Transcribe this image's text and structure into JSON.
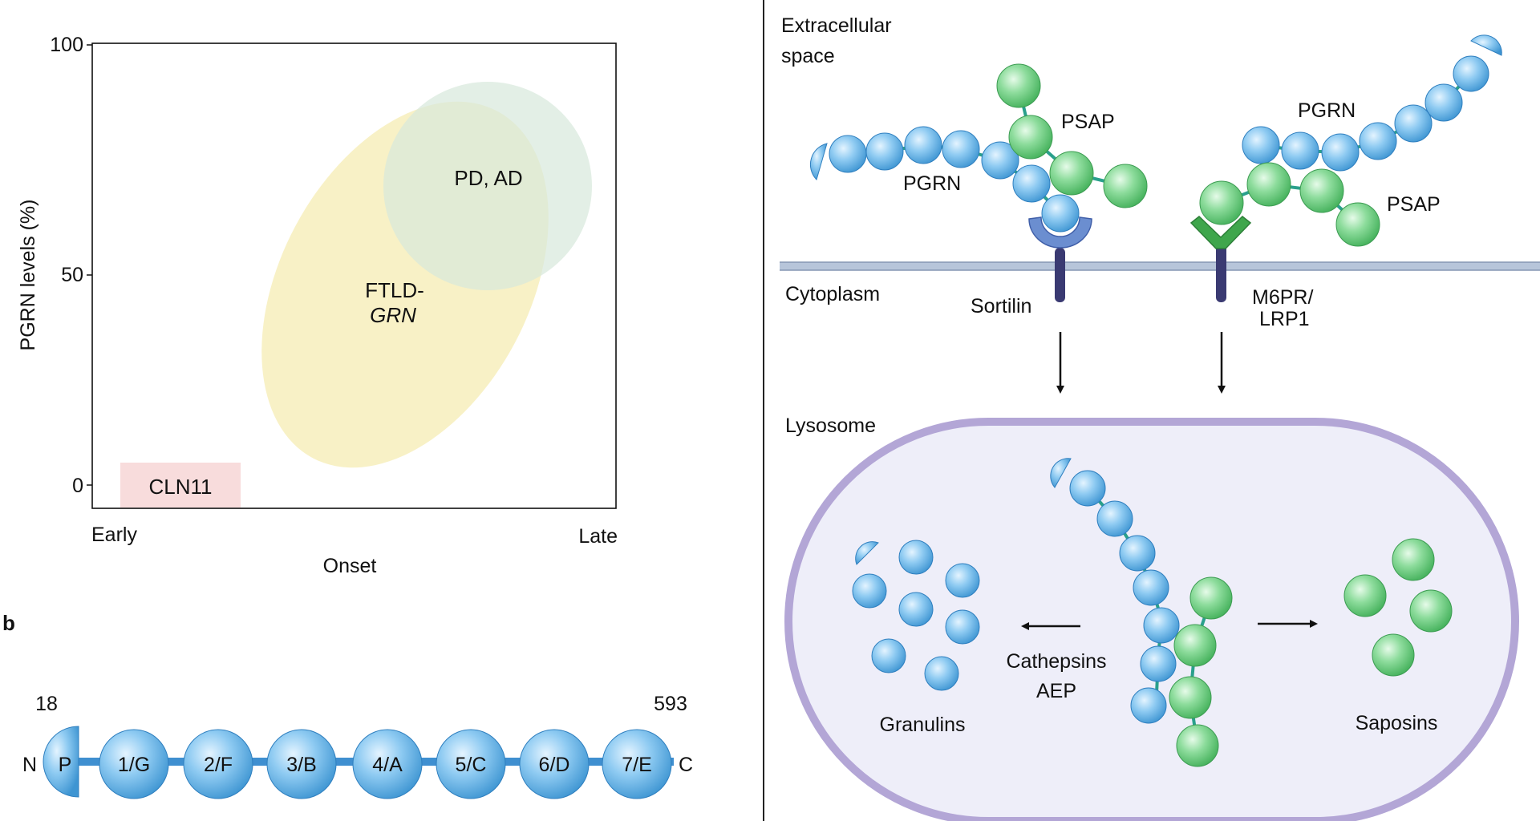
{
  "panel_a": {
    "y_label": "PGRN levels (%)",
    "y_ticks": [
      "100",
      "50",
      "0"
    ],
    "x_left": "Early",
    "x_right": "Late",
    "x_label": "Onset",
    "regions": {
      "pd_ad": "PD, AD",
      "ftld_line1": "FTLD-",
      "ftld_line2": "GRN",
      "cln11": "CLN11"
    }
  },
  "panel_b": {
    "label": "b",
    "start_residue": "18",
    "end_residue": "593",
    "n_term": "N",
    "c_term": "C",
    "domains": [
      "P",
      "1/G",
      "2/F",
      "3/B",
      "4/A",
      "5/C",
      "6/D",
      "7/E"
    ]
  },
  "panel_c": {
    "extracellular": [
      "Extracellular",
      "space"
    ],
    "cytoplasm": "Cytoplasm",
    "lysosome": "Lysosome",
    "pgrn_left": "PGRN",
    "psap_left": "PSAP",
    "pgrn_right": "PGRN",
    "psap_right": "PSAP",
    "sortilin": "Sortilin",
    "m6pr": [
      "M6PR/",
      "LRP1"
    ],
    "cathepsins": [
      "Cathepsins",
      "AEP"
    ],
    "granulins": "Granulins",
    "saposins": "Saposins"
  },
  "colors": {
    "pgrn_blue": "#6db8ea",
    "psap_green": "#7fd493",
    "membrane": "#9fb0c8",
    "sortilin_head": "#6b8ed0",
    "m6pr_head": "#3fa64c",
    "receptor_stem": "#3a3a72",
    "lysosome_fill": "#eeeef9",
    "lysosome_edge": "#b3a6d6"
  }
}
